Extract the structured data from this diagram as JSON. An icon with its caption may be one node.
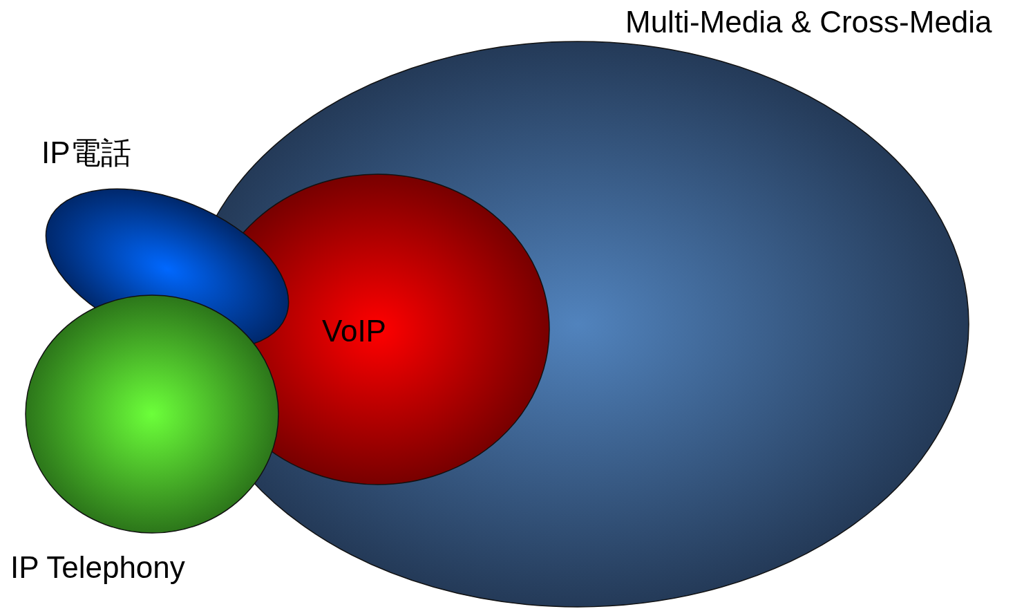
{
  "diagram": {
    "nodes": [
      {
        "text": [
          "Multi-Media & Cross-Media"
        ]
      },
      {
        "text": [
          "VoIP"
        ],
        "in": 0
      },
      {
        "text": [
          "IP電話"
        ]
      },
      {
        "text": [
          "IP Telephony"
        ]
      }
    ]
  }
}
